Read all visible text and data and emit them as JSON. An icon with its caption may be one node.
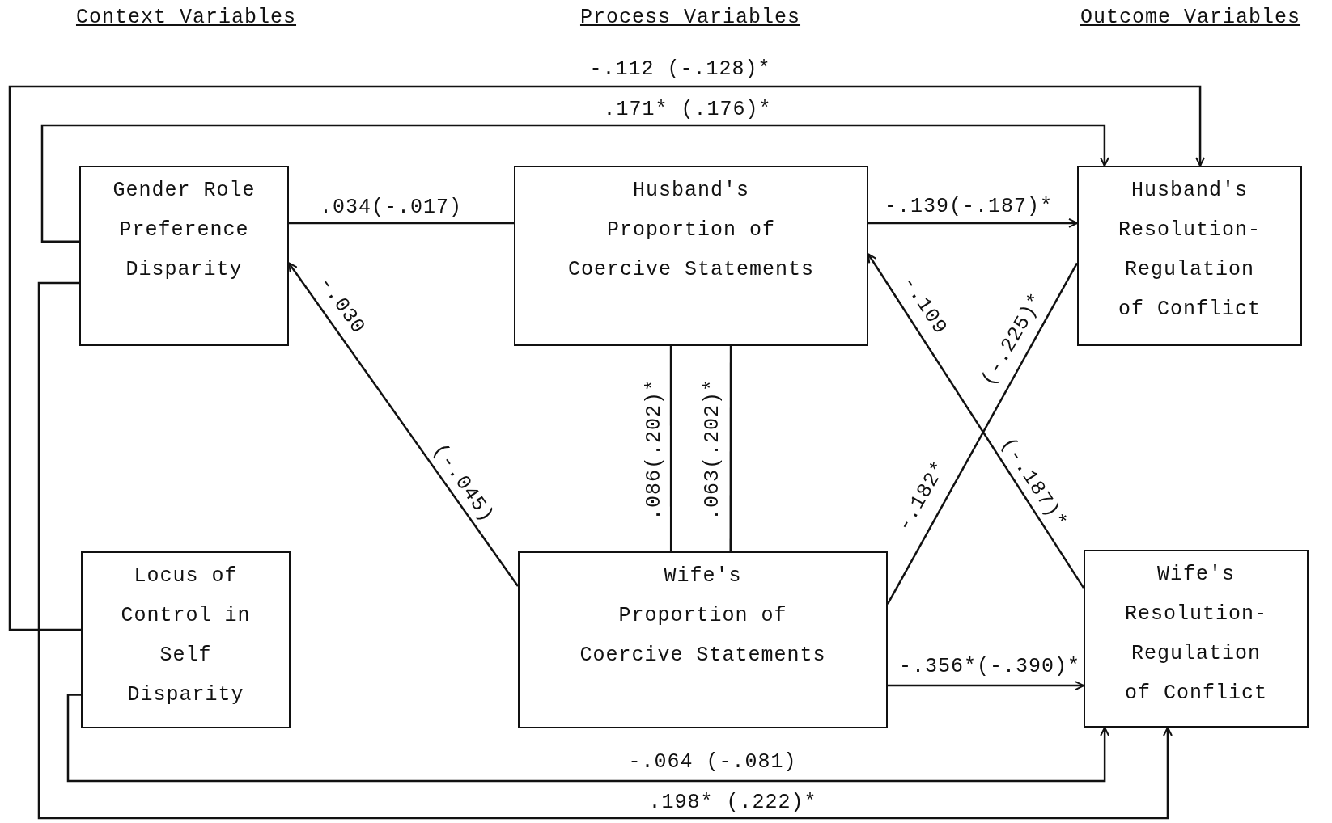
{
  "diagram": {
    "nodes": [
      {
        "text": [
          "Gender Role Preference Disparity"
        ]
      },
      {
        "text": [
          "Husband's Proportion of Coercive Statements"
        ]
      },
      {
        "text": [
          "Husband's Resolution-Regulation of Conflict"
        ]
      },
      {
        "text": [
          "Locus of Control in Self Disparity"
        ]
      },
      {
        "text": [
          "Wife's Proportion of Coercive Statements"
        ]
      },
      {
        "text": [
          "Wife's Resolution-Regulation of Conflict"
        ]
      }
    ],
    "edges": [
      {
        "from": 3,
        "to": 2,
        "arrow": "to",
        "label": "-.112 (-.128)*"
      },
      {
        "from": 0,
        "to": 2,
        "arrow": "to",
        "label": ".171* (.176)*"
      },
      {
        "from": 0,
        "to": 5,
        "arrow": "to",
        "label": ".198* (.222)*"
      },
      {
        "from": 3,
        "to": 5,
        "arrow": "to",
        "label": "-.064 (-.081)"
      },
      {
        "from": 0,
        "to": 1,
        "arrow": "none",
        "label": ".034(-.017)"
      },
      {
        "from": 4,
        "to": 0,
        "arrow": "to",
        "label": "-.030"
      },
      {
        "from": 1,
        "to": 4,
        "arrow": "none",
        "label": ".086(.202)*"
      },
      {
        "from": 1,
        "to": 4,
        "arrow": "none",
        "label": ".063(.202)*"
      },
      {
        "from": 1,
        "to": 2,
        "arrow": "to",
        "label": "-.139(-.187)*"
      },
      {
        "from": 5,
        "to": 1,
        "arrow": "to",
        "label": "-.109"
      },
      {
        "from": 4,
        "to": 2,
        "arrow": "none",
        "label": "-.182*"
      },
      {
        "from": 4,
        "to": 5,
        "arrow": "to",
        "label": "-.356*(-.390)*"
      }
    ],
    "labels": [
      "Context Variables",
      "Process Variables",
      "Outcome Variables",
      "(-.045)",
      "(-.225)*",
      "(-.187)*"
    ]
  }
}
